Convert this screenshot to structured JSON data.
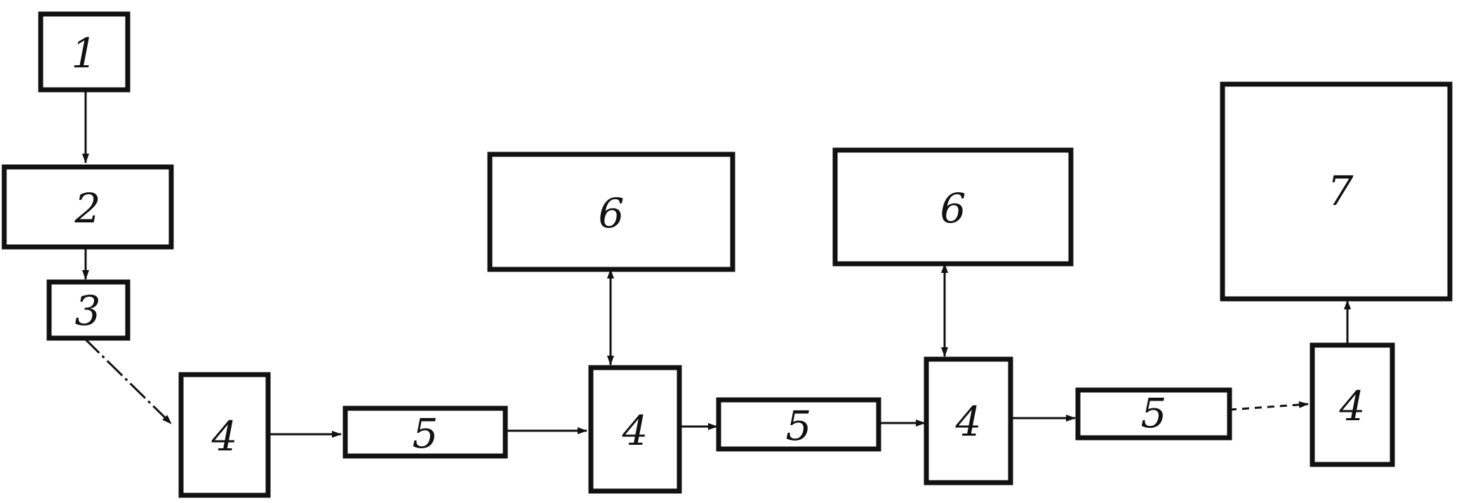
{
  "blocks": {
    "b1": "1",
    "b2": "2",
    "b3": "3",
    "b4a": "4",
    "b5a": "5",
    "b4b": "4",
    "b6a": "6",
    "b5b": "5",
    "b4c": "4",
    "b6b": "6",
    "b5c": "5",
    "b4d": "4",
    "b7": "7"
  },
  "colors": {
    "ink": "#111111",
    "background": "#ffffff"
  }
}
